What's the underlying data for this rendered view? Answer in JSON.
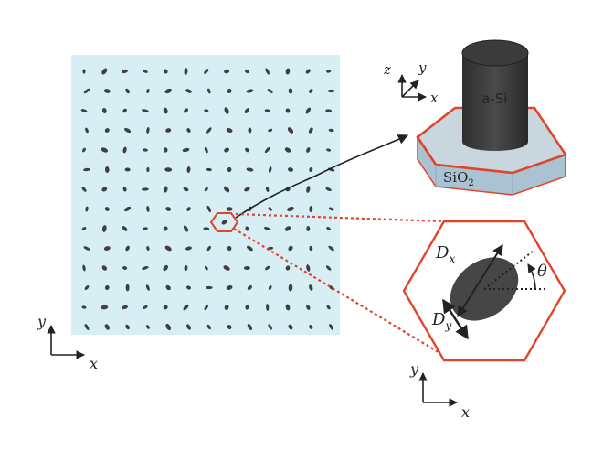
{
  "labels": {
    "material_pillar": "a-Si",
    "material_substrate": "SiO",
    "material_substrate_subscript": "2",
    "dimension_major": "D",
    "dimension_major_subscript": "x",
    "dimension_minor": "D",
    "dimension_minor_subscript": "y",
    "angle": "θ",
    "axis_x": "x",
    "axis_y": "y",
    "axis_z": "z"
  },
  "colors": {
    "metasurface_background": "#d8eef5",
    "nanopillar": "#3f3f3f",
    "highlight": "#e2442b",
    "substrate_top": "#c9d6dd",
    "substrate_side": "#a9c3d2",
    "arrow": "#222222"
  }
}
